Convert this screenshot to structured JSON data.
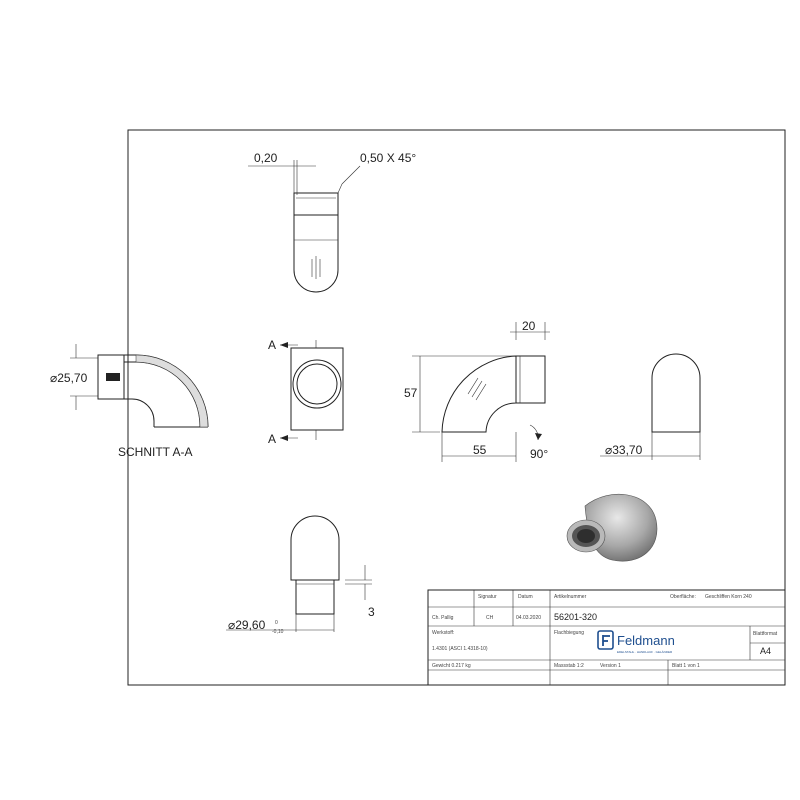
{
  "dimensions": {
    "chamfer_width": "0,20",
    "chamfer_angle": "0,50 X 45°",
    "inner_diameter": "⌀25,70",
    "section_label": "SCHNITT A-A",
    "section_marker": "A",
    "length_top": "20",
    "height": "57",
    "length_bottom": "55",
    "angle": "90°",
    "outer_diameter": "⌀33,70",
    "spigot_diameter": "⌀29,60",
    "tolerance_upper": "0",
    "tolerance_lower": "-0,10",
    "spigot_length": "3"
  },
  "title_block": {
    "row1": {
      "col_name": "Ch. Pallig",
      "signature_header": "Signatur",
      "signature_value": "CH",
      "date_header": "Datum",
      "date_value": "04.03.2020",
      "article_header": "Artikelnummer",
      "article_value": "56201-320",
      "surface_label": "Oberfläche:",
      "surface_value": "Geschliffen Korn 240"
    },
    "description": "Flachbiegung",
    "material_header": "Werkstoff:",
    "material_value": "1.4301 (ASCI 1.4318-10)",
    "weight": "Gewicht 0.217 kg",
    "scale": "Massstab 1:2",
    "version": "Version 1",
    "sheet": "Blatt 1 von 1",
    "format_header": "Blattformat",
    "format_value": "A4",
    "brand_name": "Feldmann",
    "brand_tagline": "EDELSTAHL · HANDLAUF · GELÄNDER"
  }
}
